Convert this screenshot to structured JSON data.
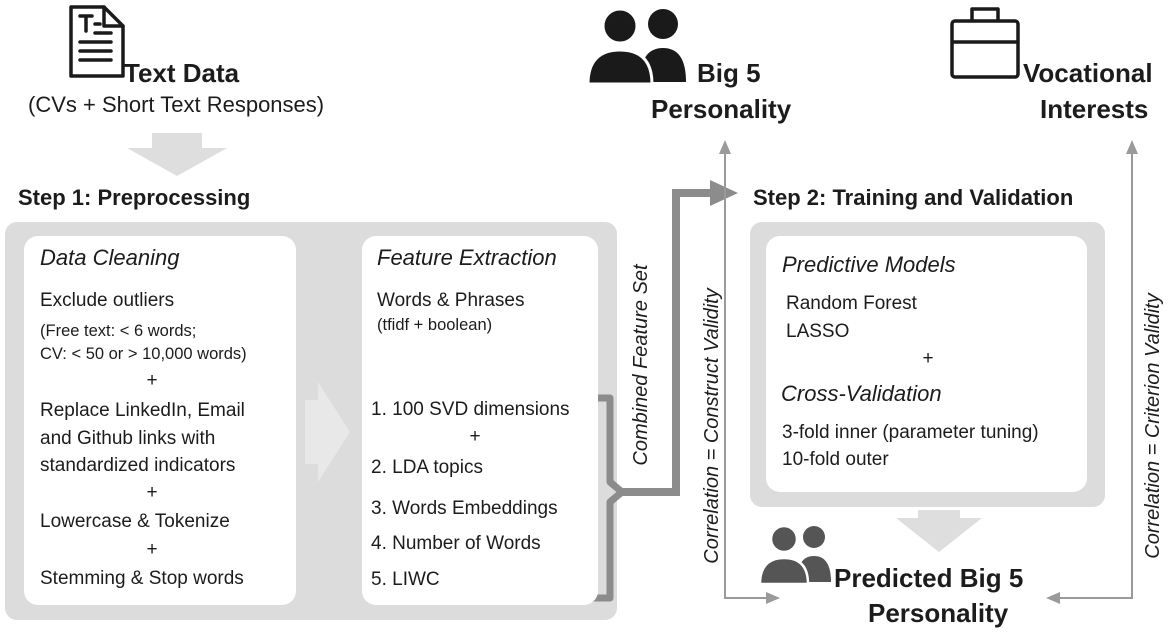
{
  "text_data": {
    "title": "Text Data",
    "subtitle": "(CVs + Short Text Responses)"
  },
  "big5": {
    "line1": "Big 5",
    "line2": "Personality"
  },
  "vocational": {
    "line1": "Vocational",
    "line2": "Interests"
  },
  "step1": {
    "title": "Step 1: Preprocessing",
    "data_cleaning": {
      "heading": "Data Cleaning",
      "exclude": "Exclude outliers",
      "exclude_detail_1": "(Free text: < 6 words;",
      "exclude_detail_2": "CV: < 50 or > 10,000 words)",
      "plus": "+",
      "replace_1": "Replace LinkedIn, Email",
      "replace_2": "and Github links with",
      "replace_3": "standardized indicators",
      "lowercase": "Lowercase & Tokenize",
      "stemming": "Stemming & Stop words"
    },
    "feature_extraction": {
      "heading": "Feature Extraction",
      "words": "Words & Phrases",
      "words_detail": "(tfidf + boolean)",
      "plus": "+",
      "items": [
        "1. 100 SVD dimensions",
        "2. LDA topics",
        "3. Words Embeddings",
        "4. Number of Words",
        "5. LIWC"
      ]
    }
  },
  "combined_feature_set": "Combined Feature Set",
  "step2": {
    "title": "Step 2: Training and Validation",
    "predictive_models": {
      "heading": "Predictive Models",
      "items": [
        "Random Forest",
        "LASSO"
      ]
    },
    "plus": "+",
    "cross_validation": {
      "heading": "Cross-Validation",
      "items": [
        "3-fold inner (parameter tuning)",
        "10-fold outer"
      ]
    }
  },
  "construct_validity": "Correlation = Construct Validity",
  "criterion_validity": "Correlation = Criterion Validity",
  "predicted": {
    "line1": "Predicted Big 5",
    "line2": "Personality"
  },
  "colors": {
    "panel": "#dcdcdc",
    "arrow_light": "#dedede",
    "arrow_mid": "#b4b4b4",
    "connector": "#8c8c8c",
    "validity_line": "#9a9a9a",
    "icon": "#1a1a1a"
  }
}
